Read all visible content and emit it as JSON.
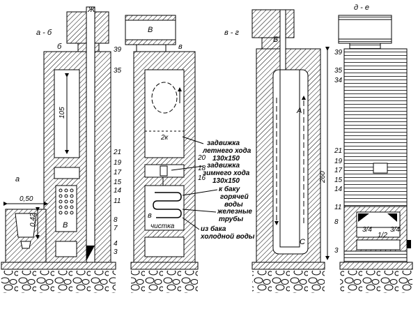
{
  "sections": {
    "ab": "а - б",
    "vg": "в - г",
    "de": "д - е"
  },
  "markers": {
    "zh": "Ж",
    "b": "б",
    "v": "в",
    "a": "а",
    "cap_v": "В",
    "cap_b": "Б",
    "cap_a": "А",
    "cap_c": "С",
    "box_v": "В"
  },
  "dimensions": {
    "d105": "105",
    "d2k": "2к",
    "d050": "0,50",
    "d042": "0,42",
    "d260": "260",
    "d34a": "3/4",
    "d34b": "3/4",
    "d12": "1/2"
  },
  "levels_ab": [
    "39",
    "35",
    "21",
    "19",
    "17",
    "15",
    "14",
    "11",
    "8",
    "7",
    "4",
    "3"
  ],
  "levels_mid": [
    "20",
    "18",
    "16"
  ],
  "levels_de": [
    "39",
    "35",
    "34",
    "21",
    "19",
    "17",
    "15",
    "14",
    "11",
    "8",
    "3"
  ],
  "annotations": {
    "summer_damper_1": "задвижка",
    "summer_damper_2": "летнего хода",
    "summer_damper_3": "130х150",
    "winter_damper_1": "задвижка",
    "winter_damper_2": "зимнего хода",
    "winter_damper_3": "130х150",
    "hot_tank_1": "к баку",
    "hot_tank_2": "горячей",
    "hot_tank_3": "воды",
    "iron_pipes_1": "железные",
    "iron_pipes_2": "трубы",
    "cleaning": "чистка",
    "cold_tank_1": "из бака",
    "cold_tank_2": "холодной воды"
  }
}
